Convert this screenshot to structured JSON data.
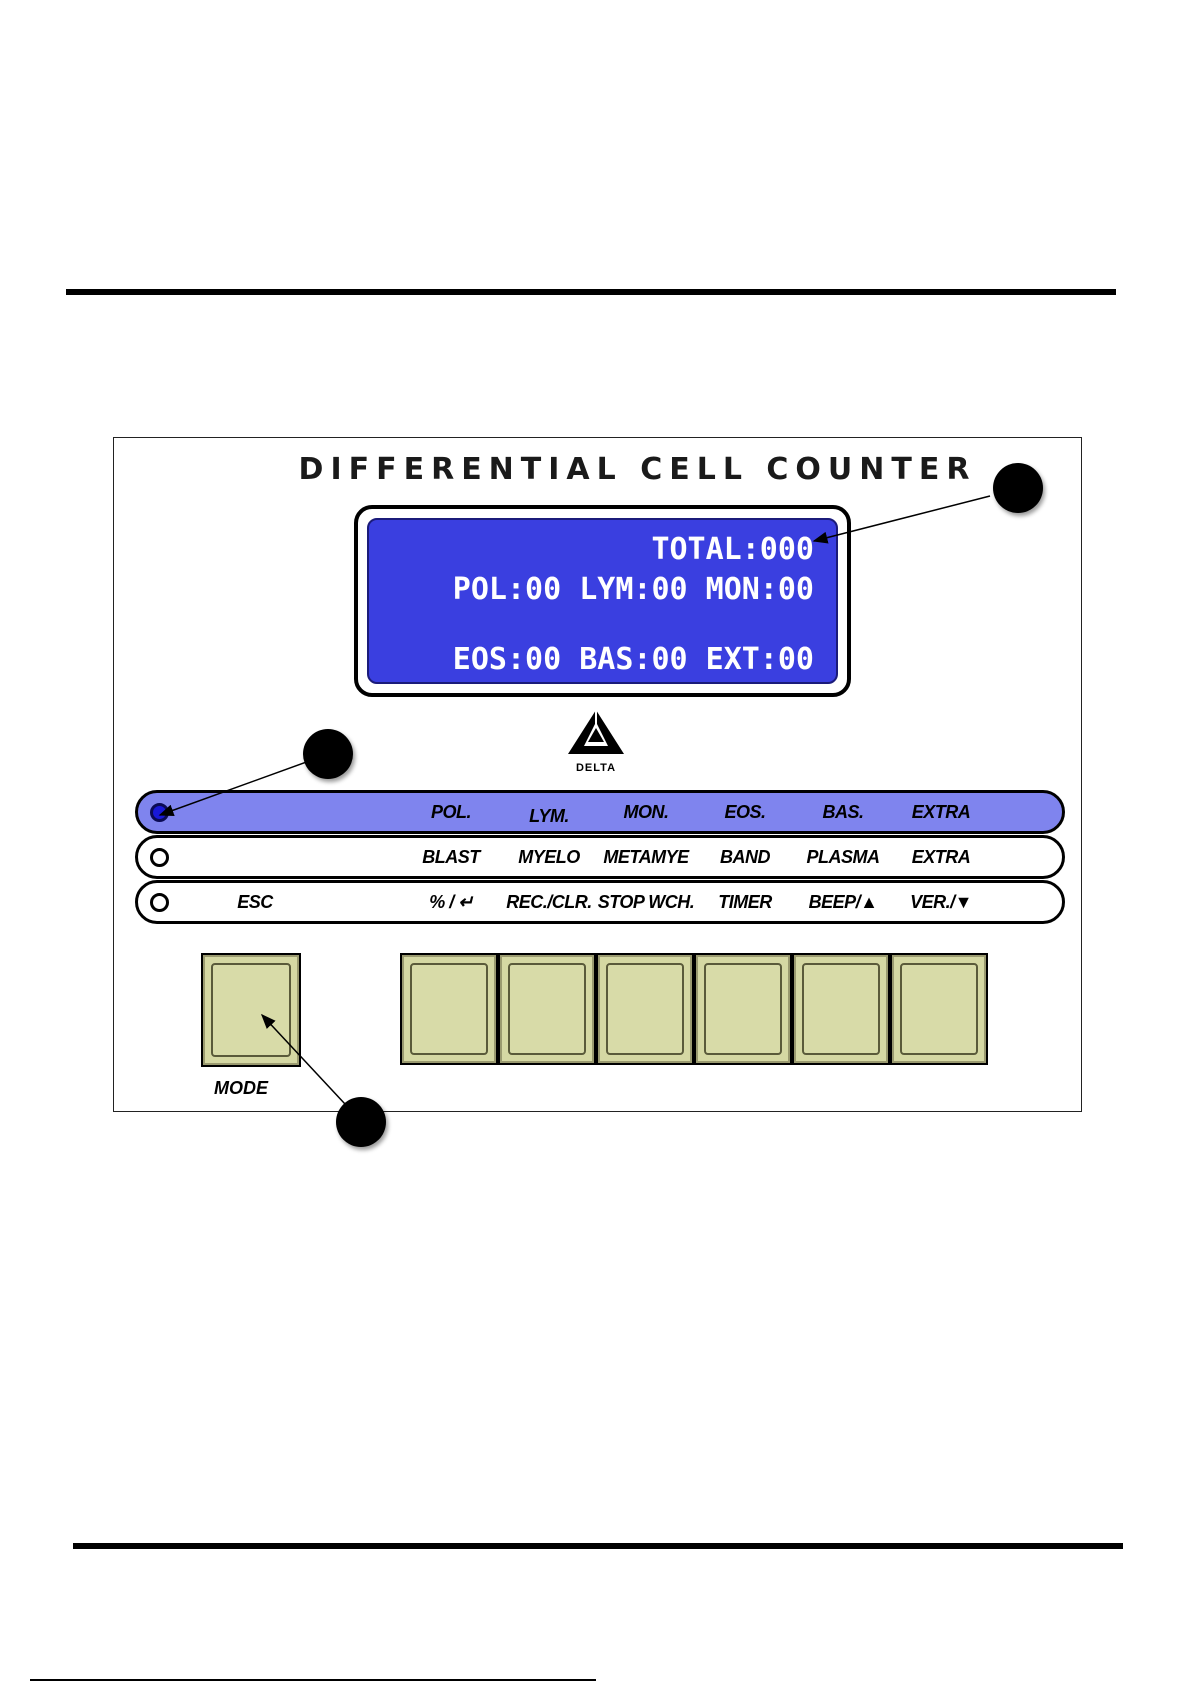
{
  "panel": {
    "title": "DIFFERENTIAL CELL COUNTER",
    "lcd": {
      "line1": "TOTAL:000",
      "line2": "POL:00 LYM:00 MON:00",
      "line3": "EOS:00 BAS:00 EXT:00"
    },
    "logo_text": "DELTA",
    "rows": [
      {
        "active": true,
        "col0": "",
        "labels": [
          "POL.",
          "LYM.",
          "MON.",
          "EOS.",
          "BAS.",
          "EXTRA"
        ]
      },
      {
        "active": false,
        "col0": "",
        "labels": [
          "BLAST",
          "MYELO",
          "METAMYE",
          "BAND",
          "PLASMA",
          "EXTRA"
        ]
      },
      {
        "active": false,
        "col0": "ESC",
        "labels": [
          "% / ↵",
          "REC./CLR.",
          "STOP WCH.",
          "TIMER",
          "BEEP/▲",
          "VER./▼"
        ]
      }
    ],
    "mode_label": "MODE"
  },
  "colors": {
    "lcd_background": "#3a3fe0",
    "active_row": "#7f84ee",
    "key_face": "#d5d8a3"
  }
}
